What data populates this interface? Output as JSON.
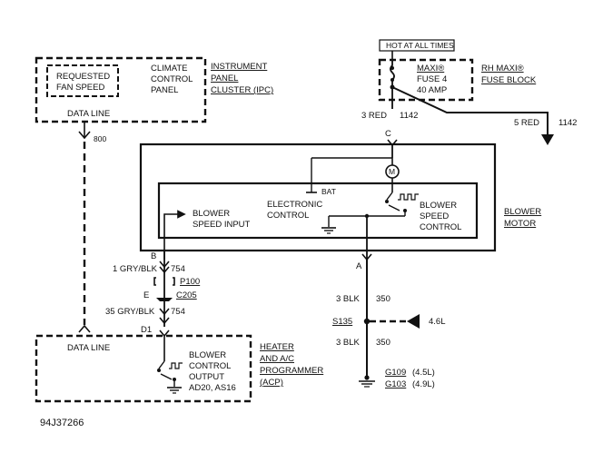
{
  "ipc": {
    "requested_fan_speed": [
      "REQUESTED",
      "FAN SPEED"
    ],
    "climate_panel": [
      "CLIMATE",
      "CONTROL",
      "PANEL"
    ],
    "data_line": "DATA LINE",
    "title": [
      "INSTRUMENT",
      "PANEL",
      "CLUSTER (IPC)"
    ]
  },
  "wire_800": "800",
  "fuse": {
    "hot_label": "HOT AT ALL TIMES",
    "maxi": [
      "MAXI®",
      "FUSE 4",
      "40 AMP"
    ],
    "block": [
      "RH MAXI®",
      "FUSE BLOCK"
    ],
    "wire_c": "3 RED",
    "circuit_c": "1142",
    "wire_right": "5 RED",
    "circuit_right": "1142",
    "conn_c": "C"
  },
  "blower_motor": {
    "title": [
      "BLOWER",
      "MOTOR"
    ],
    "bat": "BAT",
    "electronic_control": [
      "ELECTRONIC",
      "CONTROL"
    ],
    "speed_control": [
      "BLOWER",
      "SPEED",
      "CONTROL"
    ],
    "speed_input": [
      "BLOWER",
      "SPEED INPUT"
    ],
    "motor_symbol": "M"
  },
  "left_harness": {
    "conn_b": "B",
    "wire_b": "1 GRY/BLK",
    "circuit_b": "754",
    "p100": "P100",
    "conn_e": "E",
    "c205": "C205",
    "wire_d": "35 GRY/BLK",
    "circuit_d": "754",
    "conn_d1": "D1"
  },
  "acp": {
    "data_line": "DATA LINE",
    "blower_output": [
      "BLOWER",
      "CONTROL",
      "OUTPUT",
      "AD20, AS16"
    ],
    "title": [
      "HEATER",
      "AND A/C",
      "PROGRAMMER",
      "(ACP)"
    ]
  },
  "ground_side": {
    "conn_a": "A",
    "wire_top": "3 BLK",
    "circuit_top": "350",
    "splice": "S135",
    "engine": "4.6L",
    "wire_bottom": "3 BLK",
    "circuit_bottom": "350",
    "g109": "G109",
    "g109_note": "(4.5L)",
    "g103": "G103",
    "g103_note": "(4.9L)"
  },
  "figure_id": "94J37266"
}
